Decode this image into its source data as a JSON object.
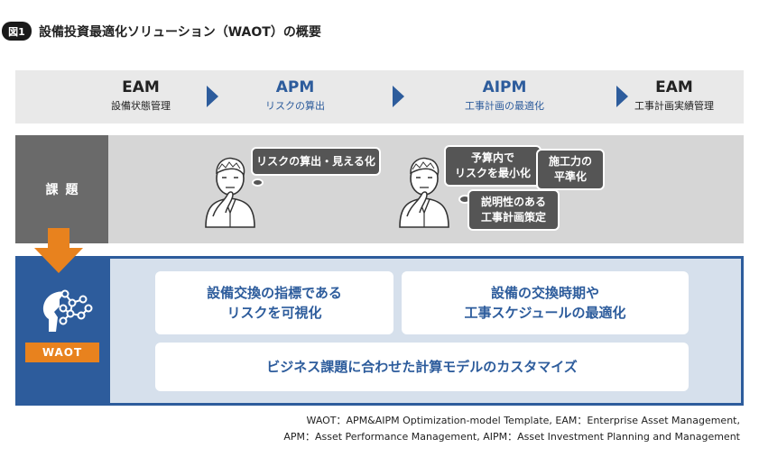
{
  "header": {
    "figure_label": "図1",
    "title": "設備投資最適化ソリューション（WAOT）の概要"
  },
  "process": {
    "stages": [
      {
        "name": "EAM",
        "desc": "設備状態管理"
      },
      {
        "name": "APM",
        "desc": "リスクの算出"
      },
      {
        "name": "AIPM",
        "desc": "工事計画の最適化"
      },
      {
        "name": "EAM",
        "desc": "工事計画実績管理"
      }
    ]
  },
  "issues": {
    "label": "課題",
    "bubbles": {
      "risk": "リスクの算出・見える化",
      "budget": "予算内で\nリスクを最小化",
      "workload": "施工力の\n平準化",
      "explain": "説明性のある\n工事計画策定"
    }
  },
  "solution": {
    "badge": "WAOT",
    "cards": {
      "index": "設備交換の指標である\nリスクを可視化",
      "timing": "設備の交換時期や\n工事スケジュールの最適化",
      "custom": "ビジネス課題に合わせた計算モデルのカスタマイズ"
    }
  },
  "footnote": {
    "line1": "WAOT：APM&AIPM Optimization-model Template, EAM：Enterprise Asset Management,",
    "line2": "APM：Asset Performance Management, AIPM：Asset Investment Planning and Management"
  },
  "colors": {
    "blue": "#2d5c9c",
    "orange": "#e8821e",
    "gray_dark": "#6a6a6a",
    "gray_light": "#d6d6d6"
  },
  "icons": [
    "thinking-person-icon",
    "right-chevron-icon",
    "down-arrow-icon",
    "network-head-icon"
  ]
}
